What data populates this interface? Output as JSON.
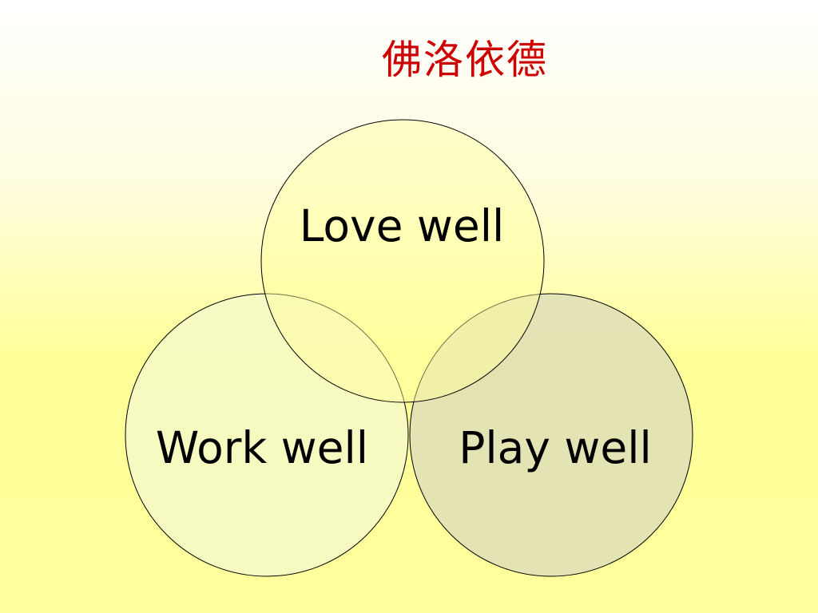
{
  "slide": {
    "title": "佛洛依德"
  },
  "diagram": {
    "circles": [
      {
        "label": "Love well",
        "fill": "#ffff99",
        "opacity": 0.65
      },
      {
        "label": "Work well",
        "fill": "#f5f8cc",
        "opacity": 0.65
      },
      {
        "label": "Play well",
        "fill": "#d8d8b8",
        "opacity": 0.65
      }
    ],
    "stroke": "#000000",
    "title_color": "#cc0000"
  }
}
